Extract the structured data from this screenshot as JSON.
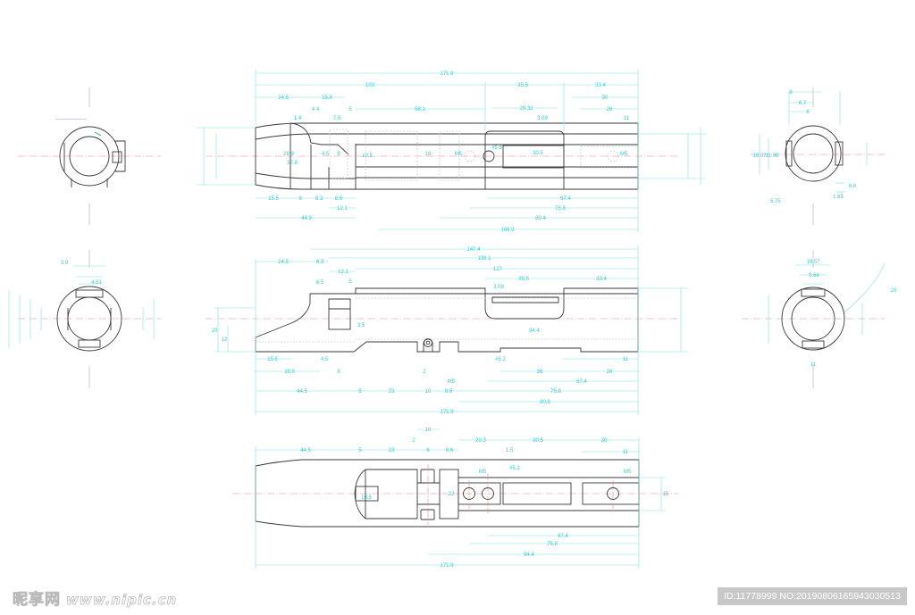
{
  "top_view": {
    "dims": [
      "171.9",
      "103",
      "35.5",
      "33.4",
      "24.5",
      "15.4",
      "30",
      "4.4",
      "5",
      "58.1",
      "29.32",
      "26",
      "1.4",
      "7.5",
      "3.09",
      "11",
      "28.9",
      "32.8",
      "4.5",
      "8",
      "10.5",
      "18",
      "M5",
      "30.5",
      "M5",
      "15.5",
      "9",
      "8.3",
      "8.6",
      "67.4",
      "12.1",
      "75.8",
      "44.9",
      "89.4",
      "106.9",
      "#5.8"
    ]
  },
  "middle_view": {
    "dims": [
      "147.4",
      "139.1",
      "24.5",
      "8.3",
      "127",
      "12.1",
      "35.5",
      "33.4",
      "6.5",
      "5",
      "3.09",
      "94.4",
      "15.5",
      "4.5",
      "#5.2",
      "11",
      "28.9",
      "8",
      "2",
      "36",
      "26",
      "M5",
      "67.4",
      "44.5",
      "5",
      "23",
      "10",
      "8.6",
      "75.8",
      "80.8",
      "171.9",
      "3.5",
      "20",
      "12"
    ]
  },
  "bottom_view": {
    "dims": [
      "10",
      "2",
      "20.3",
      "30.5",
      "30",
      "44.5",
      "5",
      "23",
      "6",
      "8.6",
      "1.5",
      "11",
      "10.5",
      "67.4",
      "75.8",
      "94.4",
      "171.9",
      "22",
      "15",
      "M5",
      "#5.2",
      "M5"
    ]
  },
  "side_views": {
    "dims": [
      "8",
      "6.7",
      "6",
      "19.07",
      "11.96",
      "6.8",
      "1.65",
      "5.75",
      "3.9",
      "4.61",
      "19.57",
      "9.64",
      "11",
      "20"
    ]
  },
  "watermark": {
    "site_name": "昵享网",
    "site_url": "www.nipic.cn",
    "image_id": "ID:11778999 NO:20190806165943030513"
  }
}
